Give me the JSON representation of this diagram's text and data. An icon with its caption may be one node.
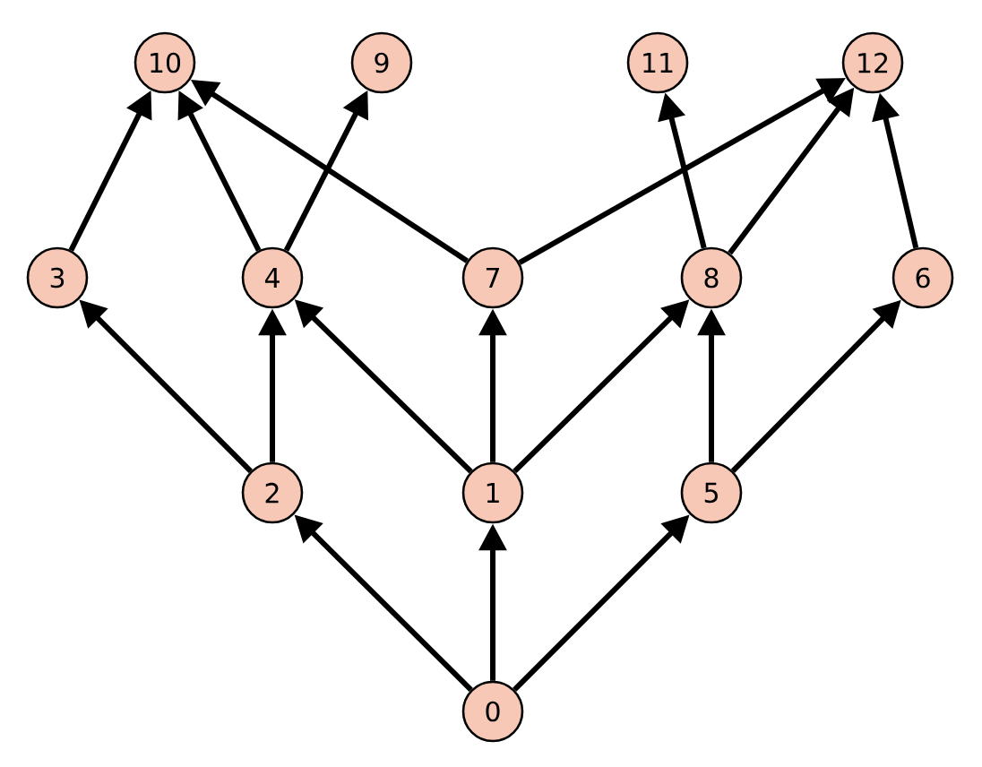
{
  "diagram": {
    "nodes": [
      {
        "text": [
          "10"
        ]
      },
      {
        "text": [
          "9"
        ]
      },
      {
        "text": [
          "11"
        ]
      },
      {
        "text": [
          "12"
        ]
      },
      {
        "text": [
          "3"
        ]
      },
      {
        "text": [
          "4"
        ]
      },
      {
        "text": [
          "7"
        ]
      },
      {
        "text": [
          "8"
        ]
      },
      {
        "text": [
          "6"
        ]
      },
      {
        "text": [
          "2"
        ]
      },
      {
        "text": [
          "1"
        ]
      },
      {
        "text": [
          "5"
        ]
      },
      {
        "text": [
          "0"
        ]
      }
    ],
    "edges": [
      {
        "from": 12,
        "to": 9,
        "arrow": "to"
      },
      {
        "from": 12,
        "to": 10,
        "arrow": "to"
      },
      {
        "from": 12,
        "to": 11,
        "arrow": "to"
      },
      {
        "from": 9,
        "to": 4,
        "arrow": "to"
      },
      {
        "from": 9,
        "to": 5,
        "arrow": "to"
      },
      {
        "from": 10,
        "to": 5,
        "arrow": "to"
      },
      {
        "from": 10,
        "to": 6,
        "arrow": "to"
      },
      {
        "from": 10,
        "to": 7,
        "arrow": "to"
      },
      {
        "from": 11,
        "to": 7,
        "arrow": "to"
      },
      {
        "from": 11,
        "to": 8,
        "arrow": "to"
      },
      {
        "from": 4,
        "to": 0,
        "arrow": "to"
      },
      {
        "from": 5,
        "to": 0,
        "arrow": "to"
      },
      {
        "from": 5,
        "to": 1,
        "arrow": "to"
      },
      {
        "from": 6,
        "to": 0,
        "arrow": "to"
      },
      {
        "from": 6,
        "to": 3,
        "arrow": "to"
      },
      {
        "from": 7,
        "to": 2,
        "arrow": "to"
      },
      {
        "from": 7,
        "to": 3,
        "arrow": "to"
      },
      {
        "from": 8,
        "to": 3,
        "arrow": "to"
      }
    ]
  }
}
